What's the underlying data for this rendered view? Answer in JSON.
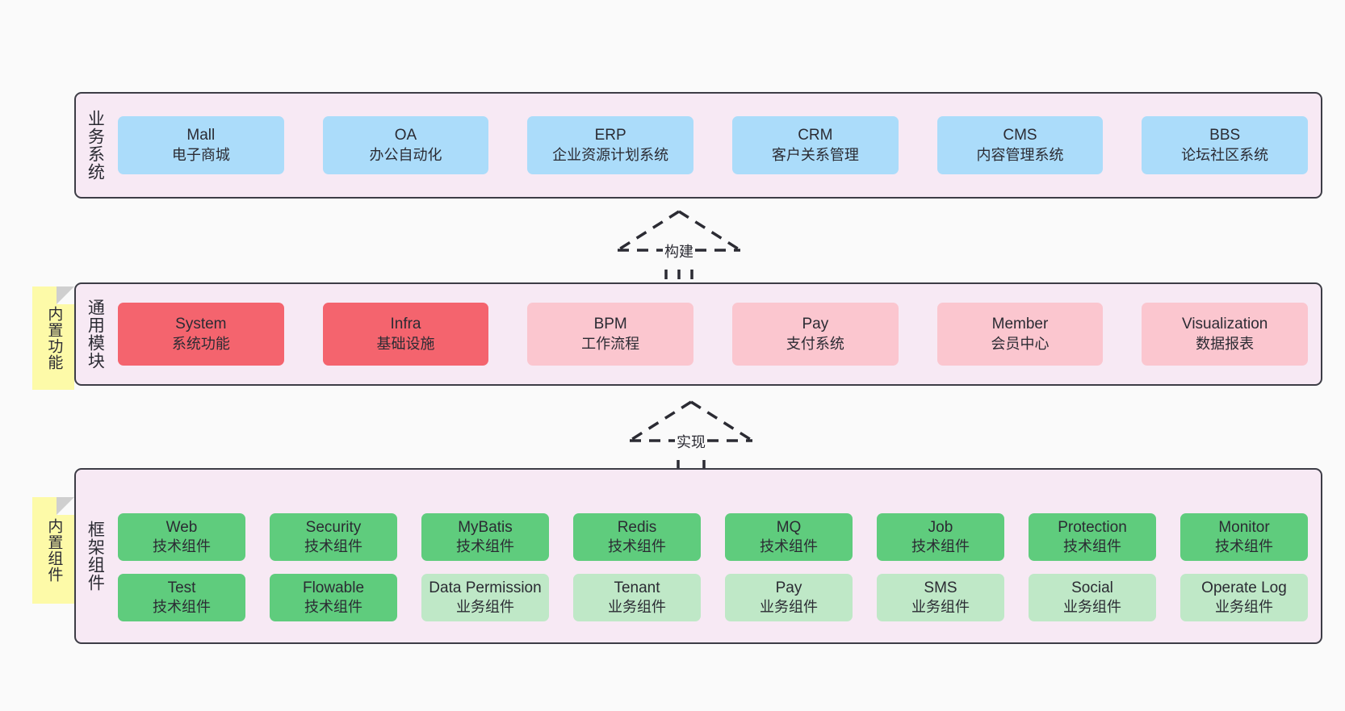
{
  "canvas": {
    "background": "#fafafa",
    "panel_background": "#f7e9f4",
    "panel_border": "#3d3d46",
    "note_background": "#fdfaa8"
  },
  "notes": [
    {
      "id": "features",
      "text": "内置功能"
    },
    {
      "id": "components",
      "text": "内置组件"
    }
  ],
  "relations": [
    {
      "id": "build",
      "label": "构建"
    },
    {
      "id": "implement",
      "label": "实现"
    }
  ],
  "layers": [
    {
      "id": "business",
      "label": "业务系统",
      "card_color": "#abdcfa",
      "cards": [
        {
          "title": "Mall",
          "sub": "电子商城",
          "color": "#abdcfa"
        },
        {
          "title": "OA",
          "sub": "办公自动化",
          "color": "#abdcfa"
        },
        {
          "title": "ERP",
          "sub": "企业资源计划系统",
          "color": "#abdcfa"
        },
        {
          "title": "CRM",
          "sub": "客户关系管理",
          "color": "#abdcfa"
        },
        {
          "title": "CMS",
          "sub": "内容管理系统",
          "color": "#abdcfa"
        },
        {
          "title": "BBS",
          "sub": "论坛社区系统",
          "color": "#abdcfa"
        }
      ]
    },
    {
      "id": "general",
      "label": "通用模块",
      "card_color": "#fbc6cf",
      "cards": [
        {
          "title": "System",
          "sub": "系统功能",
          "color": "#f4646e"
        },
        {
          "title": "Infra",
          "sub": "基础设施",
          "color": "#f4646e"
        },
        {
          "title": "BPM",
          "sub": "工作流程",
          "color": "#fbc6cf"
        },
        {
          "title": "Pay",
          "sub": "支付系统",
          "color": "#fbc6cf"
        },
        {
          "title": "Member",
          "sub": "会员中心",
          "color": "#fbc6cf"
        },
        {
          "title": "Visualization",
          "sub": "数据报表",
          "color": "#fbc6cf"
        }
      ]
    },
    {
      "id": "framework",
      "label": "框架组件",
      "card_color": "#5fcc7d",
      "cards": [
        {
          "title": "Web",
          "sub": "技术组件",
          "color": "#5fcc7d"
        },
        {
          "title": "Security",
          "sub": "技术组件",
          "color": "#5fcc7d"
        },
        {
          "title": "MyBatis",
          "sub": "技术组件",
          "color": "#5fcc7d"
        },
        {
          "title": "Redis",
          "sub": "技术组件",
          "color": "#5fcc7d"
        },
        {
          "title": "MQ",
          "sub": "技术组件",
          "color": "#5fcc7d"
        },
        {
          "title": "Job",
          "sub": "技术组件",
          "color": "#5fcc7d"
        },
        {
          "title": "Protection",
          "sub": "技术组件",
          "color": "#5fcc7d"
        },
        {
          "title": "Monitor",
          "sub": "技术组件",
          "color": "#5fcc7d"
        },
        {
          "title": "Test",
          "sub": "技术组件",
          "color": "#5fcc7d"
        },
        {
          "title": "Flowable",
          "sub": "技术组件",
          "color": "#5fcc7d"
        },
        {
          "title": "Data Permission",
          "sub": "业务组件",
          "color": "#bfe8c7"
        },
        {
          "title": "Tenant",
          "sub": "业务组件",
          "color": "#bfe8c7"
        },
        {
          "title": "Pay",
          "sub": "业务组件",
          "color": "#bfe8c7"
        },
        {
          "title": "SMS",
          "sub": "业务组件",
          "color": "#bfe8c7"
        },
        {
          "title": "Social",
          "sub": "业务组件",
          "color": "#bfe8c7"
        },
        {
          "title": "Operate Log",
          "sub": "业务组件",
          "color": "#bfe8c7"
        }
      ]
    }
  ]
}
